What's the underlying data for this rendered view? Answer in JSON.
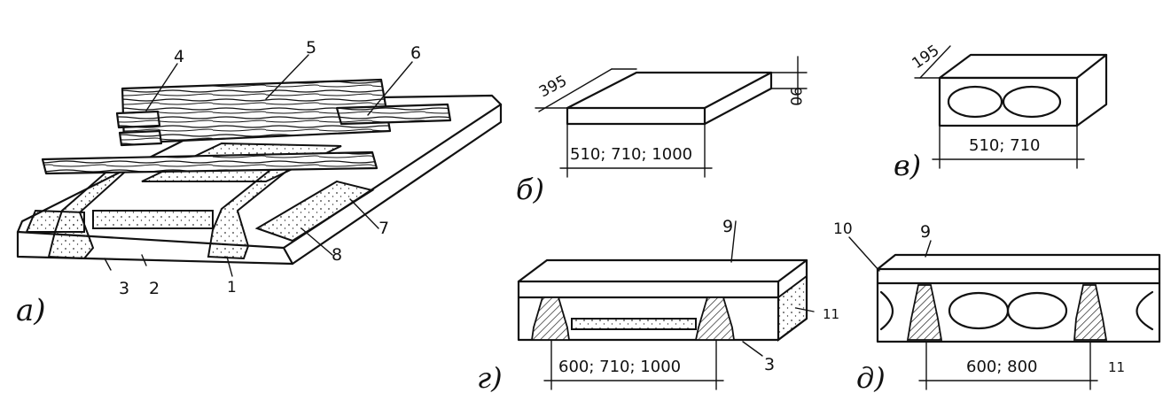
{
  "figure": {
    "panels": {
      "a": {
        "letter": "а)",
        "callouts": [
          "1",
          "2",
          "3",
          "4",
          "5",
          "6",
          "7",
          "8"
        ]
      },
      "b": {
        "letter": "б)",
        "dim_width": "395",
        "dim_height": "90",
        "dim_length": "510; 710; 1000"
      },
      "v": {
        "letter": "в)",
        "dim_width": "195",
        "dim_length": "510;  710"
      },
      "g": {
        "letter": "г)",
        "callouts": [
          "9",
          "11",
          "3"
        ],
        "dim_length": "600;  710;  1000"
      },
      "d": {
        "letter": "д)",
        "callouts": [
          "10",
          "9",
          "11"
        ],
        "dim_length": "600; 800"
      }
    }
  }
}
